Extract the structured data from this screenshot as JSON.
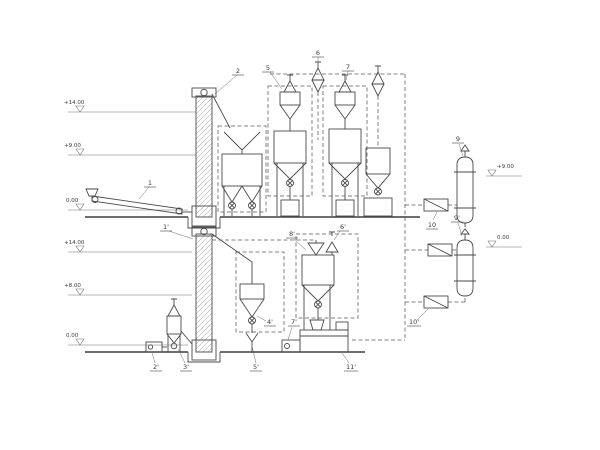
{
  "colors": {
    "line": "#4a4a4a",
    "dashed": "#5a5a5a",
    "text": "#3a3a3a",
    "background": "#ffffff"
  },
  "elevations": {
    "left_upper": [
      "+14.00",
      "+9.00",
      "0.00"
    ],
    "left_lower": [
      "+14.00",
      "+8.00",
      "0.00"
    ],
    "right": [
      "+9.00",
      "0.00"
    ]
  },
  "items": {
    "conveyor": "1",
    "elevator": "2",
    "cyclone5": "5",
    "filter6": "6",
    "cyclone7": "7",
    "tank9": "9",
    "tank9p": "9'",
    "fan10": "10",
    "fan10p": "10'",
    "elevator1p": "1'",
    "feeder2p": "2'",
    "airlift3p": "3'",
    "airlock4p": "4'",
    "screw5p": "5'",
    "filter6p": "6'",
    "feeder7p": "7'",
    "bin8p": "8'",
    "mixer11p": "11'"
  }
}
